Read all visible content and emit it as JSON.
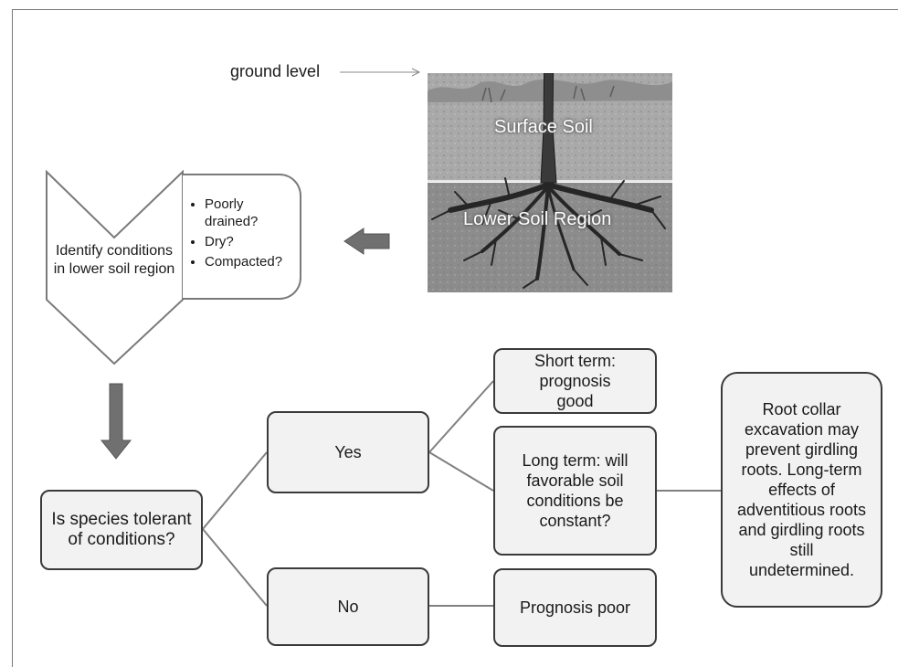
{
  "ground_label": "ground level",
  "soil": {
    "surface_label": "Surface Soil",
    "lower_label": "Lower Soil Region"
  },
  "identify": {
    "text": "Identify conditions in lower soil region",
    "bullets": [
      "Poorly drained?",
      "Dry?",
      "Compacted?"
    ]
  },
  "nodes": {
    "question": "Is species tolerant of conditions?",
    "yes": "Yes",
    "no": "No",
    "short_term": "Short term: prognosis good",
    "long_term": "Long term: will favorable soil conditions be constant?",
    "prognosis_poor": "Prognosis poor",
    "root_collar": "Root collar excavation may prevent girdling roots. Long-term effects of adventitious roots and girdling roots still undetermined."
  },
  "colors": {
    "box_fill": "#f2f2f2",
    "box_border": "#3a3a3a",
    "arrow": "#666666",
    "connector": "#808080"
  }
}
